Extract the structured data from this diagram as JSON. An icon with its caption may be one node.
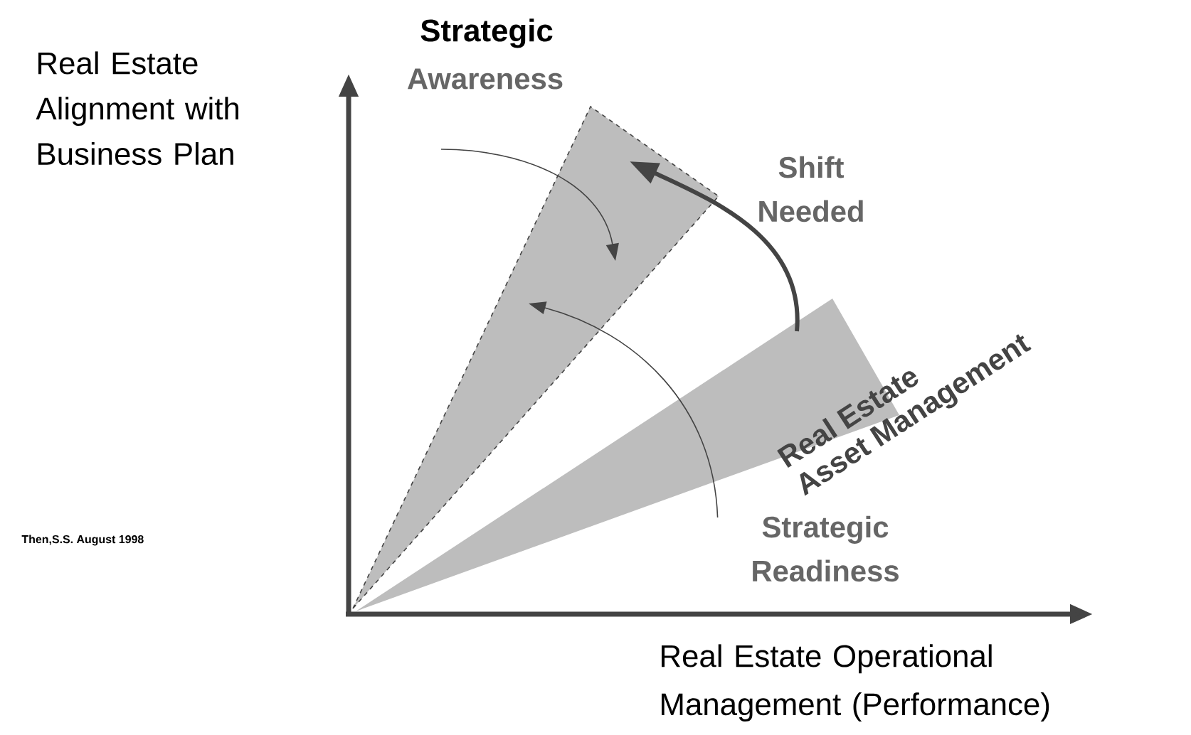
{
  "diagram": {
    "nodes": [
      {
        "text": [],
        "shape": "triangle"
      },
      {
        "text": [
          "Real Estate",
          "Asset Management"
        ]
      },
      {
        "text": [
          "Strategic Readiness"
        ]
      }
    ],
    "edges": [
      {
        "from": 1,
        "to": 0,
        "arrow": "to",
        "label": "Shift Needed",
        "style": "thick"
      },
      {
        "from": null,
        "to": 0,
        "arrow": "to"
      },
      {
        "from": 2,
        "to": 0,
        "arrow": "to"
      }
    ],
    "labels": [
      "Real Estate Alignment with Business Plan",
      "Strategic",
      "Awareness",
      "Then,S.S. August 1998",
      "Real Estate Operational Management (Performance)"
    ]
  }
}
